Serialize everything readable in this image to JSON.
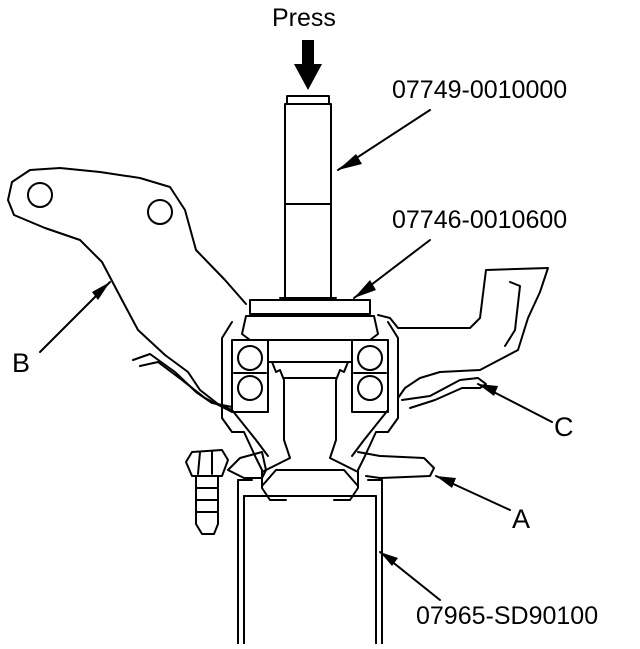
{
  "press_label": "Press",
  "callouts": {
    "driver_top": "07749-0010000",
    "driver_attachment": "07746-0010600",
    "support_base": "07965-SD90100",
    "label_a": "A",
    "label_b": "B",
    "label_c": "C"
  },
  "colors": {
    "ink": "#000000",
    "paper": "#ffffff"
  }
}
